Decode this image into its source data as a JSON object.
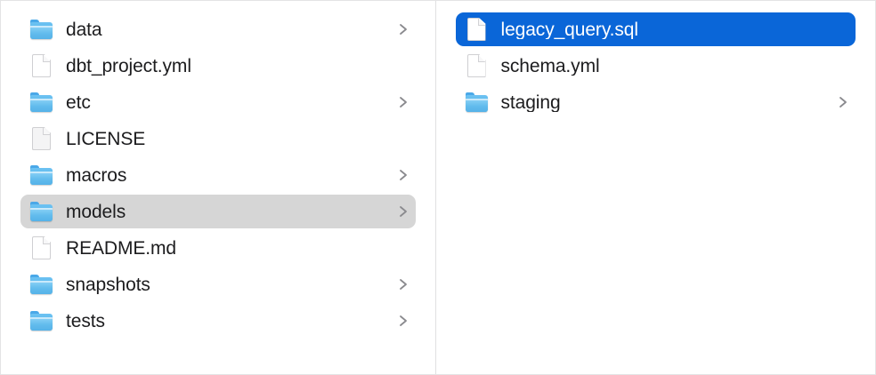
{
  "window": {
    "title": "Finder Column View",
    "divider_color": "#e0e0e2",
    "selection_blue": "#0a66d8",
    "selection_gray": "#d6d6d6"
  },
  "columns": [
    {
      "name": "parent-column",
      "items": [
        {
          "label": "data",
          "kind": "folder",
          "has_chevron": true,
          "state": "normal"
        },
        {
          "label": "dbt_project.yml",
          "kind": "file",
          "has_chevron": false,
          "state": "normal"
        },
        {
          "label": "etc",
          "kind": "folder",
          "has_chevron": true,
          "state": "normal"
        },
        {
          "label": "LICENSE",
          "kind": "file-shaded",
          "has_chevron": false,
          "state": "normal"
        },
        {
          "label": "macros",
          "kind": "folder",
          "has_chevron": true,
          "state": "normal"
        },
        {
          "label": "models",
          "kind": "folder",
          "has_chevron": true,
          "state": "selected-gray"
        },
        {
          "label": "README.md",
          "kind": "file",
          "has_chevron": false,
          "state": "normal"
        },
        {
          "label": "snapshots",
          "kind": "folder",
          "has_chevron": true,
          "state": "normal"
        },
        {
          "label": "tests",
          "kind": "folder",
          "has_chevron": true,
          "state": "normal"
        }
      ]
    },
    {
      "name": "child-column",
      "items": [
        {
          "label": "legacy_query.sql",
          "kind": "file",
          "has_chevron": false,
          "state": "selected-blue"
        },
        {
          "label": "schema.yml",
          "kind": "file",
          "has_chevron": false,
          "state": "normal"
        },
        {
          "label": "staging",
          "kind": "folder",
          "has_chevron": true,
          "state": "normal"
        }
      ]
    }
  ],
  "icons": {
    "folder": "folder-icon",
    "file": "file-icon",
    "chevron": "chevron-right-icon"
  }
}
